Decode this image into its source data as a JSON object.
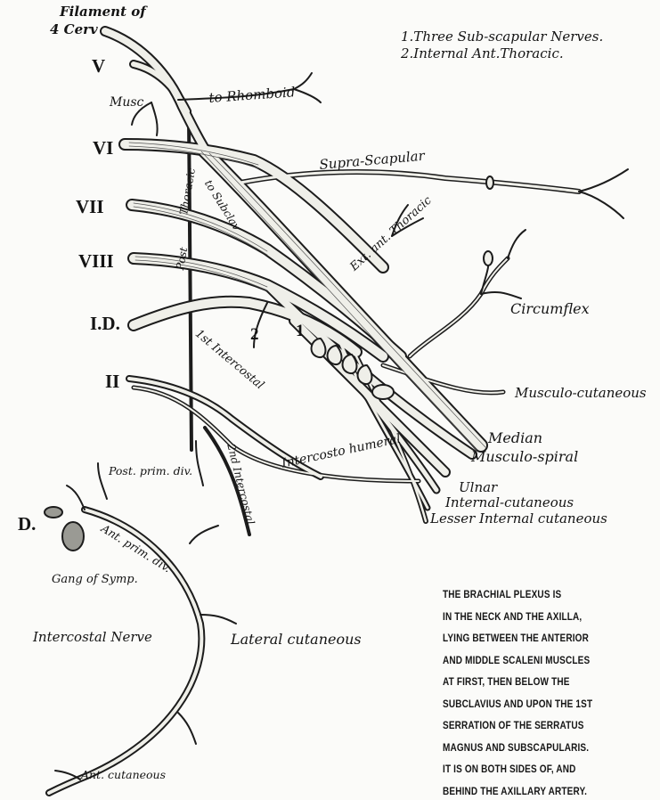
{
  "legend": {
    "item1": "1.Three Sub-scapular Nerves.",
    "item2": "2.Internal Ant.Thoracic."
  },
  "roots": {
    "filament_line1": "Filament of",
    "filament_line2": "4 Cerv",
    "v": "V",
    "vi": "VI",
    "vii": "VII",
    "viii": "VIII",
    "id": "I.D.",
    "ii": "II",
    "d": "D."
  },
  "labels": {
    "musc": "Musc",
    "to_rhomboid": "to Rhomboid",
    "supra_scapular": "Supra-Scapular",
    "to_subclav": "to Subclav",
    "post_thoracic_a": "Post",
    "post_thoracic_b": "Thoracic",
    "ext_ant_thoracic": "Ext. ant. Thoracic",
    "circumflex": "Circumflex",
    "first_intercostal": "1st Intercostal",
    "marker_1": "1",
    "marker_2": "2",
    "musculo_cutaneous": "Musculo-cutaneous",
    "median": "Median",
    "musculo_spiral": "Musculo-spiral",
    "ulnar": "Ulnar",
    "internal_cutaneous": "Internal-cutaneous",
    "lesser_internal_cutaneous": "Lesser Internal cutaneous",
    "intercosto_humeral": "Intercosto humeral",
    "second_intercostal": "2nd Intercostal",
    "post_prim_div": "Post. prim. div.",
    "ant_prim_div": "Ant. prim. div.",
    "gang_of_symp": "Gang of Symp.",
    "intercostal_nerve": "Intercostal Nerve",
    "lateral_cutaneous": "Lateral cutaneous",
    "ant_cutaneous": "Ant. cutaneous"
  },
  "caption": {
    "lines": [
      "THE BRACHIAL PLEXUS IS",
      "IN THE NECK AND THE AXILLA,",
      "LYING BETWEEN THE ANTERIOR",
      "AND MIDDLE SCALENI MUSCLES",
      "AT FIRST, THEN BELOW THE",
      "SUBCLAVIUS AND UPON THE 1ST",
      "SERRATION OF THE SERRATUS",
      "MAGNUS AND SUBSCAPULARIS.",
      "IT IS ON BOTH SIDES OF, AND",
      "BEHIND THE AXILLARY ARTERY."
    ]
  }
}
